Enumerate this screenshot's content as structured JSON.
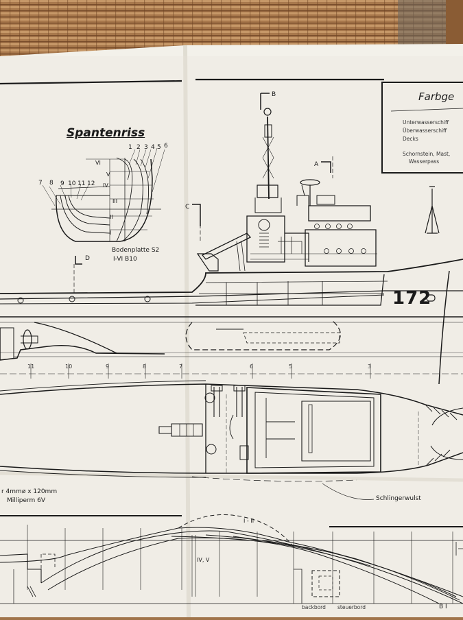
{
  "drawing": {
    "section_title": "Spantenriss",
    "bodenplatte_line1": "Bodenplatte S2",
    "bodenplatte_line2": "I-VI B10",
    "frame_numbers_right": [
      "1",
      "2",
      "3",
      "4",
      "5",
      "6"
    ],
    "frame_numbers_left": [
      "7",
      "8",
      "9",
      "10",
      "11",
      "12"
    ],
    "roman_numerals": [
      "VI",
      "V",
      "IV",
      "III",
      "II",
      "I"
    ],
    "section_marker_b": "B",
    "section_marker_a": "A",
    "section_marker_c": "C",
    "section_marker_d": "D",
    "hull_number": "172",
    "station_numbers": [
      "11",
      "10",
      "9",
      "8",
      "7",
      "6",
      "5",
      "3"
    ],
    "note_line1": "r 4mmø x 120mm",
    "note_line2": "Milliperm 6V",
    "schlingerwulst": "Schlingerwulst",
    "lines_label_top": "I - II",
    "lines_label_mid": "IV, V",
    "backbord": "backbord",
    "steuerbord": "steuerbord",
    "corner_label": "B I"
  },
  "legend": {
    "title": "Farbge",
    "items": [
      "Unterwasserschiff",
      "Überwasserschiff",
      "Decks",
      "Schornstein, Mast,",
      "Wasserpass"
    ]
  },
  "colors": {
    "paper": "#f4f2ec",
    "ink": "#1a1a1a",
    "mat_stripe_dark": "#8a5a34",
    "mat_stripe_light": "#c89a6a"
  }
}
